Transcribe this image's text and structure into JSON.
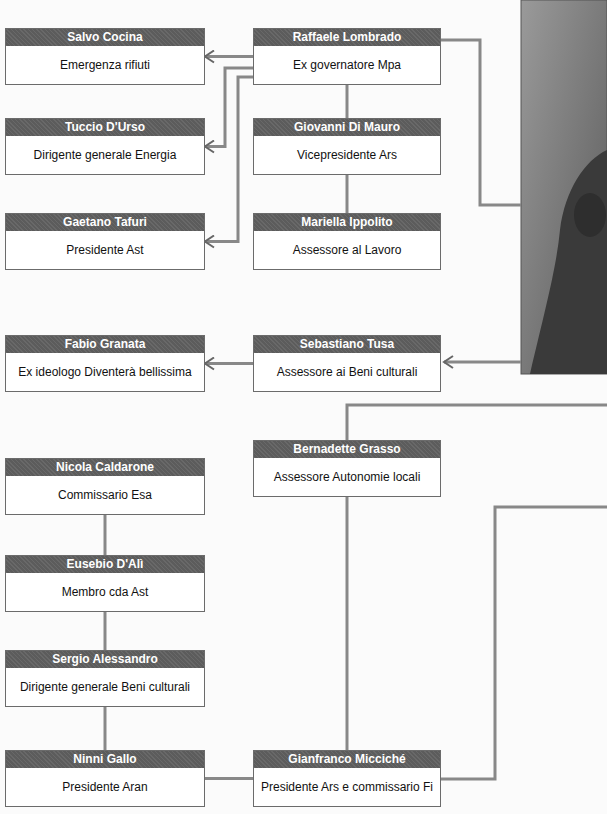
{
  "diagram": {
    "nodes": [
      {
        "text": [
          "Salvo Cocina",
          "Emergenza rifiuti"
        ]
      },
      {
        "text": [
          "Raffaele Lombrado",
          "Ex governatore Mpa"
        ]
      },
      {
        "text": [
          "Tuccio D'Urso",
          "Dirigente generale Energia"
        ]
      },
      {
        "text": [
          "Giovanni Di Mauro",
          "Vicepresidente Ars"
        ]
      },
      {
        "text": [
          "Gaetano Tafuri",
          "Presidente Ast"
        ]
      },
      {
        "text": [
          "Mariella Ippolito",
          "Assessore al Lavoro"
        ]
      },
      {
        "text": [
          "Fabio Granata",
          "Ex ideologo Diventerà bellissima"
        ]
      },
      {
        "text": [
          "Sebastiano Tusa",
          "Assessore ai Beni culturali"
        ]
      },
      {
        "text": [
          "Bernadette Grasso",
          "Assessore Autonomie locali"
        ]
      },
      {
        "text": [
          "Nicola Caldarone",
          "Commissario Esa"
        ]
      },
      {
        "text": [
          "Eusebio D'Alì",
          "Membro cda Ast"
        ]
      },
      {
        "text": [
          "Sergio Alessandro",
          "Dirigente generale Beni culturali"
        ]
      },
      {
        "text": [
          "Ninni Gallo",
          "Presidente Aran"
        ]
      },
      {
        "text": [
          "Gianfranco Micciché",
          "Presidente Ars e commissario Fi"
        ]
      }
    ],
    "edges": [
      {
        "from": 1,
        "to": 0,
        "arrow": "to"
      },
      {
        "from": 1,
        "to": 2,
        "arrow": "to"
      },
      {
        "from": 1,
        "to": 4,
        "arrow": "to"
      },
      {
        "from": 1,
        "to": 3,
        "arrow": "none"
      },
      {
        "from": 3,
        "to": 5,
        "arrow": "none"
      },
      {
        "from": 7,
        "to": 6,
        "arrow": "to"
      },
      {
        "from": 9,
        "to": 10,
        "arrow": "none"
      },
      {
        "from": 10,
        "to": 11,
        "arrow": "none"
      },
      {
        "from": 11,
        "to": 12,
        "arrow": "none"
      },
      {
        "from": 12,
        "to": 13,
        "arrow": "none"
      },
      {
        "from": 8,
        "to": 13,
        "arrow": "none"
      }
    ]
  }
}
